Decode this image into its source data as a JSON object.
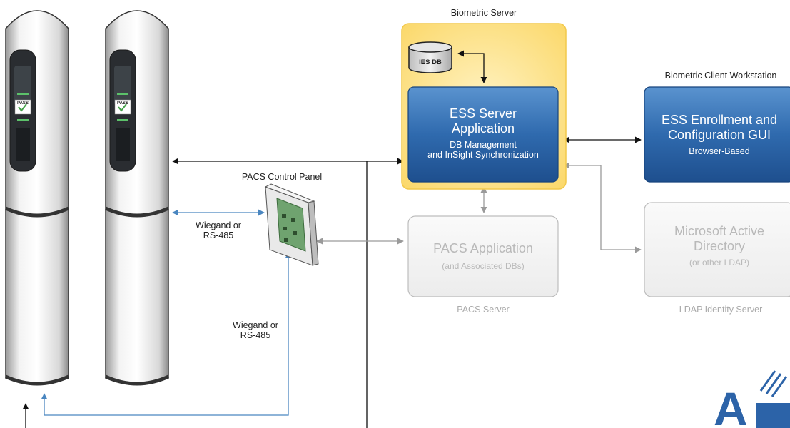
{
  "biometric_server": {
    "label": "Biometric Server",
    "db_label": "IES DB",
    "app": {
      "title_line1": "ESS Server",
      "title_line2": "Application",
      "sub_line1": "DB Management",
      "sub_line2": "and InSight Synchronization"
    }
  },
  "client_workstation": {
    "label": "Biometric Client Workstation",
    "title_line1": "ESS Enrollment and",
    "title_line2": "Configuration GUI",
    "sub": "Browser-Based"
  },
  "pacs_server": {
    "title": "PACS Application",
    "sub": "(and Associated DBs)",
    "caption": "PACS Server"
  },
  "ldap_server": {
    "title_line1": "Microsoft Active",
    "title_line2": "Directory",
    "sub": "(or other LDAP)",
    "caption": "LDAP Identity Server"
  },
  "pacs_panel": {
    "label": "PACS Control Panel"
  },
  "connections": {
    "wiegand_upper_line1": "Wiegand or",
    "wiegand_upper_line2": "RS-485",
    "wiegand_lower_line1": "Wiegand or",
    "wiegand_lower_line2": "RS-485"
  },
  "readers": {
    "screen_text": "PASS"
  },
  "logo": {
    "text": "A"
  },
  "colors": {
    "link_black": "#111111",
    "link_blue": "#4a86c0",
    "link_gray": "#9a9a9a",
    "server_highlight": "#fde9a0",
    "app_blue": "#2c63a8",
    "ghost_box_text": "#b9b9b9"
  }
}
